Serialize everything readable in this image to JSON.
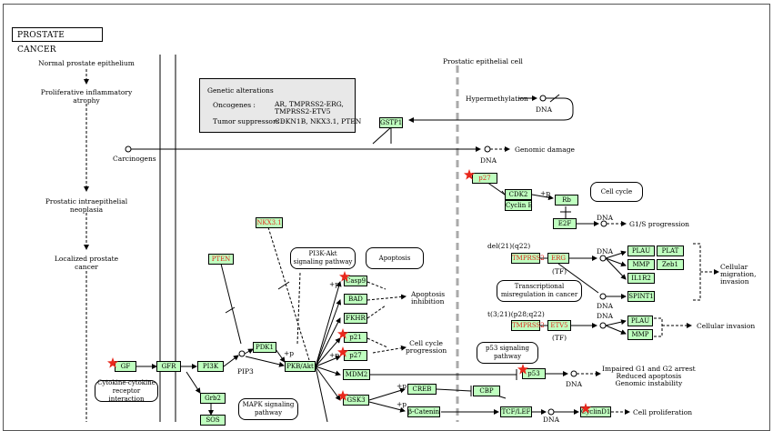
{
  "title": "PROSTATE CANCER",
  "progression": {
    "normal": "Normal prostate epithelium",
    "prolif": "Proliferative inflammatory\natrophy",
    "pin": "Prostatic intraepithelial\nneoplasia",
    "localized": "Localized prostate\ncancer"
  },
  "labels": {
    "carcinogens": "Carcinogens",
    "prostatic_cell": "Prostatic epithelial cell",
    "hypermethylation": "Hypermethylation",
    "genomic_damage": "Genomic damage",
    "dna": "DNA",
    "g1s": "G1/S progression",
    "del": "del(21)(q22)",
    "t3": "t(3;21)(p28;q22)",
    "tf": "(TF)",
    "cellular_migration": "Cellular\nmigration,\ninvasion",
    "cellular_invasion": "Cellular invasion",
    "pip3": "PIP3",
    "apoptosis_inhibition": "Apoptosis\ninhibition",
    "cell_cycle_progression": "Cell cycle\nprogression",
    "impaired": "Impaired G1 and G2 arrest\nReduced apoptosis\nGenomic instability",
    "cell_proliferation": "Cell proliferation",
    "p": "+p"
  },
  "alterations": {
    "heading": "Genetic alterations",
    "oncogenes_label": "Oncogenes :",
    "oncogenes_value": "AR, TMPRSS2-ERG,\nTMPRSS2-ETV5",
    "suppressors_label": "Tumor suppressors :",
    "suppressors_value": "CDKN1B, NKX3.1, PTEN"
  },
  "maps": {
    "cell_cycle": "Cell cycle",
    "pi3k_akt": "PI3K-Akt\nsignaling pathway",
    "apoptosis": "Apoptosis",
    "transcriptional": "Transcriptional\nmisregulation in cancer",
    "p53": "p53 signaling\npathway",
    "cytokine": "Cytokine-cytokine\nreceptor interaction",
    "mapk": "MAPK signaling\npathway"
  },
  "genes": {
    "gstp1": "GSTP1",
    "p27a": "p27",
    "cdk2": "CDK2",
    "cyclin_e": "Cyclin E",
    "rb": "Rb",
    "e2f": "E2F",
    "nkx31": "NKX3.1",
    "pten": "PTEN",
    "tmprss2a": "TMPRSS2",
    "erg": "ERG",
    "plau1": "PLAU",
    "plat": "PLAT",
    "mmp1": "MMP",
    "zeb1": "Zeb1",
    "il1r2": "IL1R2",
    "spint1": "SPINT1",
    "tmprss2b": "TMPRSS2",
    "etv5": "ETV5",
    "plau2": "PLAU",
    "mmp2": "MMP",
    "casp9": "Casp9",
    "bad": "BAD",
    "fkhr": "FKHR",
    "p21": "p21",
    "p27b": "p27",
    "mdm2": "MDM2",
    "gsk3": "GSK3",
    "creb": "CREB",
    "cbp": "CBP",
    "p53": "p53",
    "bcatenin": "β-Catenin",
    "tcflef": "TCF/LEF",
    "cyclind1": "CyclinD1",
    "gf": "GF",
    "gfr": "GFR",
    "pi3k": "PI3K",
    "pdk1": "PDK1",
    "pkbakt": "PKB/Akt",
    "grb2": "Grb2",
    "sos": "SOS"
  },
  "colors": {
    "gene_fill": "#bfffbf",
    "mutated_text": "#e0281c",
    "star": "#e8281c",
    "alt_box": "#e8e8e8"
  }
}
